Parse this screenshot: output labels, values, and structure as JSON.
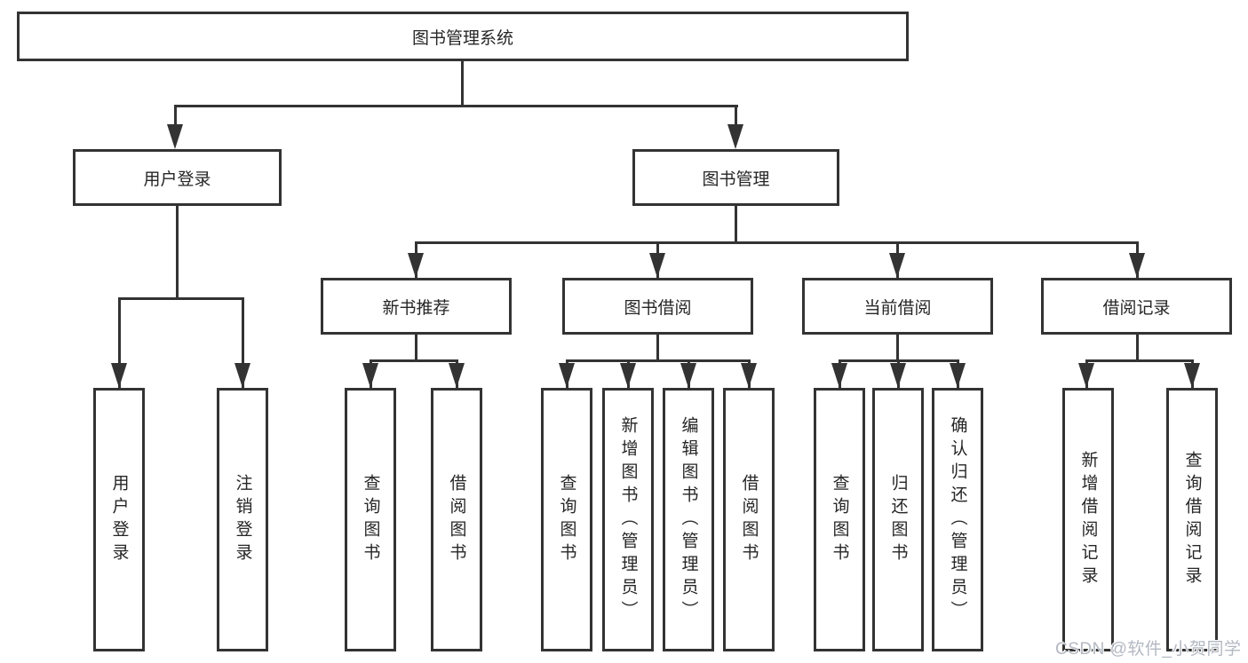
{
  "diagram": {
    "type": "hierarchy-flowchart",
    "nodes": {
      "root": {
        "label": "图书管理系统"
      },
      "level2": [
        {
          "label": "用户登录"
        },
        {
          "label": "图书管理"
        }
      ],
      "level3": [
        {
          "label": "新书推荐",
          "parent": "图书管理"
        },
        {
          "label": "图书借阅",
          "parent": "图书管理"
        },
        {
          "label": "当前借阅",
          "parent": "图书管理"
        },
        {
          "label": "借阅记录",
          "parent": "图书管理"
        }
      ],
      "level4": [
        {
          "label": "用户登录",
          "parent": "用户登录"
        },
        {
          "label": "注销登录",
          "parent": "用户登录"
        },
        {
          "label": "查询图书",
          "parent": "新书推荐"
        },
        {
          "label": "借阅图书",
          "parent": "新书推荐"
        },
        {
          "label": "查询图书",
          "parent": "图书借阅"
        },
        {
          "label": "新增图书（管理员）",
          "parent": "图书借阅"
        },
        {
          "label": "编辑图书（管理员）",
          "parent": "图书借阅"
        },
        {
          "label": "借阅图书",
          "parent": "图书借阅"
        },
        {
          "label": "查询图书",
          "parent": "当前借阅"
        },
        {
          "label": "归还图书",
          "parent": "当前借阅"
        },
        {
          "label": "确认归还（管理员）",
          "parent": "当前借阅"
        },
        {
          "label": "新增借阅记录",
          "parent": "借阅记录"
        },
        {
          "label": "查询借阅记录",
          "parent": "借阅记录"
        }
      ]
    },
    "colors": {
      "line": "#333333",
      "box_border": "#333333",
      "text": "#262626",
      "background": "#ffffff",
      "watermark": "#b3b8c2"
    }
  },
  "watermark": {
    "text": "CSDN @软件_小贺同学"
  }
}
